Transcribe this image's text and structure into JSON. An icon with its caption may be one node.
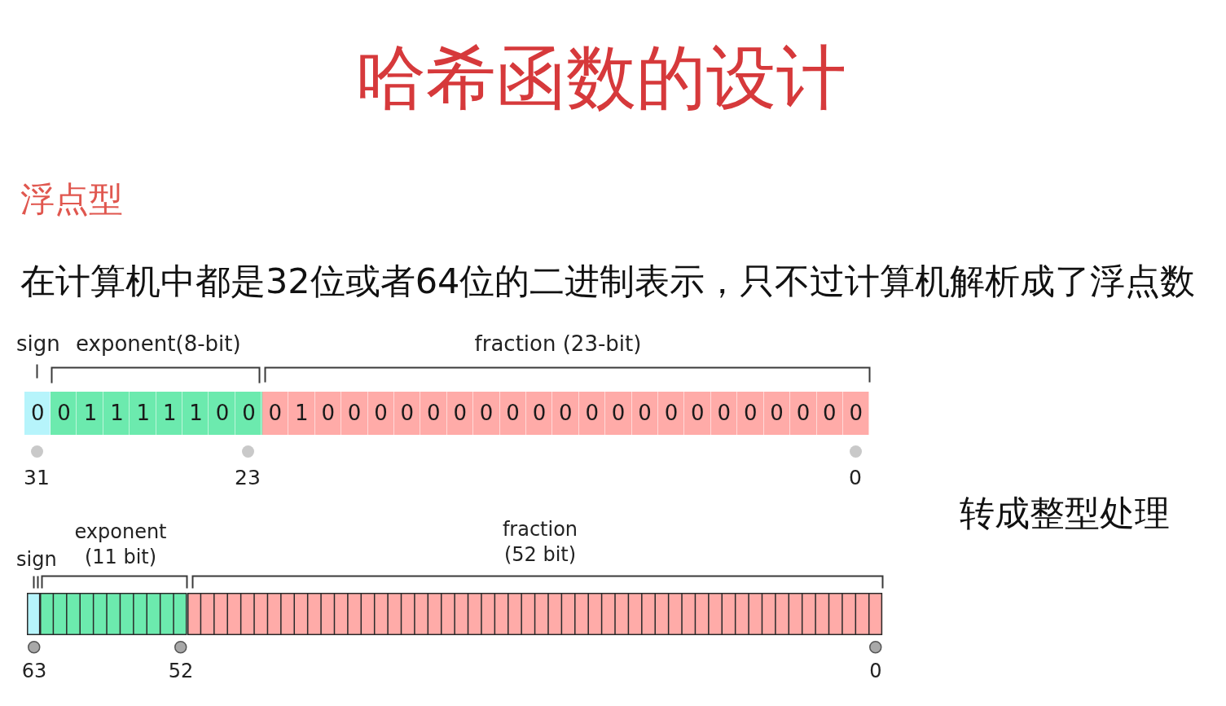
{
  "diagram": {
    "title": "哈希函数的设计",
    "nodes": [
      {
        "text": [
          "sign",
          "0"
        ]
      },
      {
        "text": [
          "exponent(8-bit)",
          "0 1 1 1 1 1 0 0"
        ]
      },
      {
        "text": [
          "fraction (23-bit)",
          "0 1 0 0 0 0 0 0 0 0 0 0 0 0 0 0 0 0 0 0 0 0 0"
        ]
      },
      {
        "text": [
          "sign"
        ]
      },
      {
        "text": [
          "exponent (11 bit)"
        ]
      },
      {
        "text": [
          "fraction (52 bit)"
        ]
      }
    ],
    "labels": [
      "浮点型",
      "在计算机中都是32位或者64位的二进制表示，只不过计算机解析成了浮点数",
      "31",
      "23",
      "0",
      "转成整型处理",
      "63",
      "52",
      "0"
    ]
  }
}
